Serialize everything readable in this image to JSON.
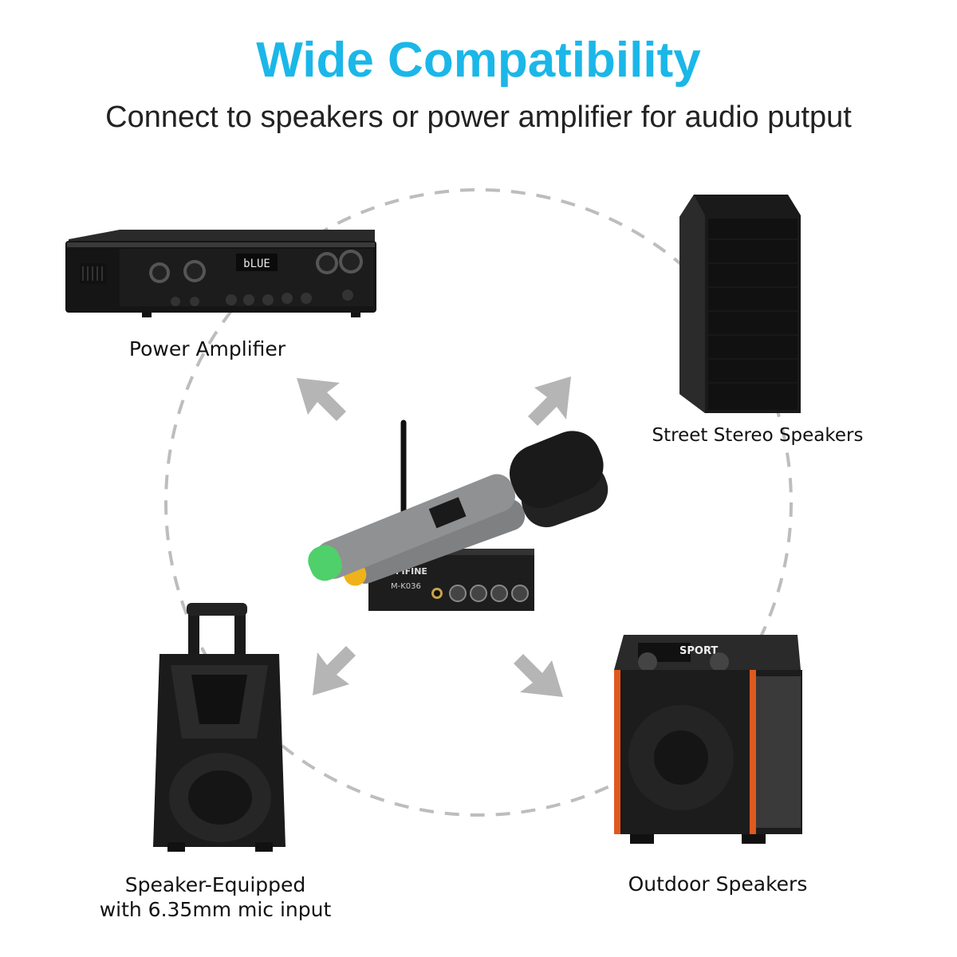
{
  "title": "Wide Compatibility",
  "subtitle": "Connect to speakers or power amplifier for audio putput",
  "devices": {
    "amp_label": "Power Amplifier",
    "amp_display": "bLUE",
    "street_label": "Street Stereo Speakers",
    "speaker_label_line1": "Speaker-Equipped",
    "speaker_label_line2": "with 6.35mm mic input",
    "outdoor_label": "Outdoor Speakers",
    "receiver_brand": "FIFINE",
    "receiver_model": "M-K036",
    "outdoor_brand": "SPORT"
  },
  "colors": {
    "title": "#1bb7e8",
    "arrow": "#b5b5b5",
    "dash": "#bdbdbd"
  }
}
